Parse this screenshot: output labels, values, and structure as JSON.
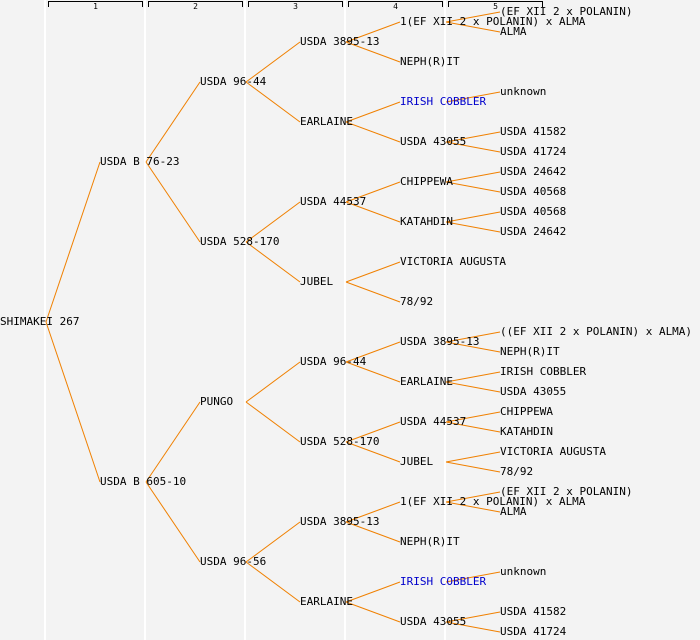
{
  "generations": [
    "1",
    "2",
    "3",
    "4",
    "5"
  ],
  "colors": {
    "line": "#f08000",
    "link": "#0000cc",
    "text": "#000000",
    "background": "#f3f3f3"
  },
  "tree": {
    "name": "SHIMAKEI 267",
    "children": [
      {
        "name": "USDA B 76-23",
        "children": [
          {
            "name": "USDA 96-44",
            "children": [
              {
                "name": "USDA 3895-13",
                "children": [
                  {
                    "name": "1(EF XII 2 x POLANIN) x ALMA",
                    "children": [
                      {
                        "name": "(EF XII 2 x POLANIN)"
                      },
                      {
                        "name": "ALMA"
                      }
                    ]
                  },
                  {
                    "name": "NEPH(R)IT"
                  }
                ]
              },
              {
                "name": "EARLAINE",
                "children": [
                  {
                    "name": "IRISH COBBLER",
                    "link": true,
                    "children": [
                      {
                        "name": "unknown"
                      }
                    ]
                  },
                  {
                    "name": "USDA 43055",
                    "children": [
                      {
                        "name": "USDA 41582"
                      },
                      {
                        "name": "USDA 41724"
                      }
                    ]
                  }
                ]
              }
            ]
          },
          {
            "name": "USDA 528-170",
            "children": [
              {
                "name": "USDA 44537",
                "children": [
                  {
                    "name": "CHIPPEWA",
                    "children": [
                      {
                        "name": "USDA 24642"
                      },
                      {
                        "name": "USDA 40568"
                      }
                    ]
                  },
                  {
                    "name": "KATAHDIN",
                    "children": [
                      {
                        "name": "USDA 40568"
                      },
                      {
                        "name": "USDA 24642"
                      }
                    ]
                  }
                ]
              },
              {
                "name": "JUBEL",
                "children": [
                  {
                    "name": "VICTORIA AUGUSTA"
                  },
                  {
                    "name": "78/92"
                  }
                ]
              }
            ]
          }
        ]
      },
      {
        "name": "USDA B 605-10",
        "children": [
          {
            "name": "PUNGO",
            "children": [
              {
                "name": "USDA 96-44",
                "children": [
                  {
                    "name": "USDA 3895-13",
                    "children": [
                      {
                        "name": "((EF XII 2 x POLANIN) x ALMA)"
                      },
                      {
                        "name": "NEPH(R)IT"
                      }
                    ]
                  },
                  {
                    "name": "EARLAINE",
                    "children": [
                      {
                        "name": "IRISH COBBLER"
                      },
                      {
                        "name": "USDA 43055"
                      }
                    ]
                  }
                ]
              },
              {
                "name": "USDA 528-170",
                "children": [
                  {
                    "name": "USDA 44537",
                    "children": [
                      {
                        "name": "CHIPPEWA"
                      },
                      {
                        "name": "KATAHDIN"
                      }
                    ]
                  },
                  {
                    "name": "JUBEL",
                    "children": [
                      {
                        "name": "VICTORIA AUGUSTA"
                      },
                      {
                        "name": "78/92"
                      }
                    ]
                  }
                ]
              }
            ]
          },
          {
            "name": "USDA 96-56",
            "children": [
              {
                "name": "USDA 3895-13",
                "children": [
                  {
                    "name": "1(EF XII 2 x POLANIN) x ALMA",
                    "children": [
                      {
                        "name": "(EF XII 2 x POLANIN)"
                      },
                      {
                        "name": "ALMA"
                      }
                    ]
                  },
                  {
                    "name": "NEPH(R)IT"
                  }
                ]
              },
              {
                "name": "EARLAINE",
                "children": [
                  {
                    "name": "IRISH COBBLER",
                    "link": true,
                    "children": [
                      {
                        "name": "unknown"
                      }
                    ]
                  },
                  {
                    "name": "USDA 43055",
                    "children": [
                      {
                        "name": "USDA 41582"
                      },
                      {
                        "name": "USDA 41724"
                      }
                    ]
                  }
                ]
              }
            ]
          }
        ]
      }
    ]
  }
}
